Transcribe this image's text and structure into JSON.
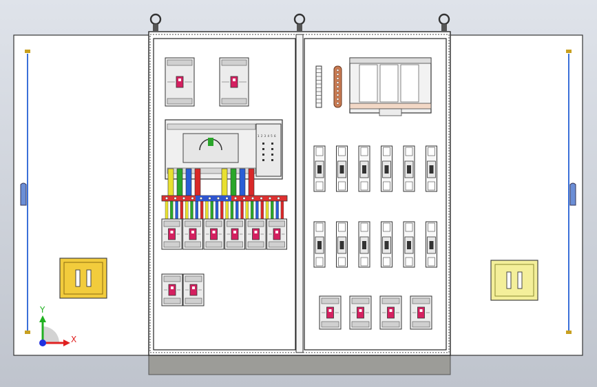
{
  "viewport": {
    "background": "#cfd4dc"
  },
  "triad": {
    "x_label": "X",
    "y_label": "Y"
  },
  "colors": {
    "panel": "#ffffff",
    "outline": "#333333",
    "hinge_rod": "#3a6fd8",
    "lock_plate": "#f2cc3c",
    "lock_plate_light": "#f4ef9a",
    "busbar_red": "#e03030",
    "busbar_blue": "#2e55d0",
    "wire_yellow": "#e8e030",
    "wire_green": "#2aa62a",
    "wire_blue": "#2a5ed6",
    "wire_red": "#d92828",
    "copper": "#c87a52",
    "plinth": "#9c9c98",
    "axis_x": "#e02020",
    "axis_y": "#20b020",
    "axis_z": "#2030e0"
  },
  "icons": [
    "lifting-eye-icon",
    "hinge-icon",
    "lock-icon",
    "breaker-icon",
    "contactor-icon",
    "coordinate-triad-icon"
  ],
  "left_cabinet": {
    "top_breakers": 2,
    "plc_display_text": "1 2 3 4 5 6",
    "wire_colors": [
      "yellow",
      "green",
      "blue",
      "red"
    ],
    "contactor_count": 6,
    "lower_breakers": 2
  },
  "right_cabinet": {
    "fuse_rows": 2,
    "fuses_per_row": 6,
    "breaker_count": 4
  }
}
